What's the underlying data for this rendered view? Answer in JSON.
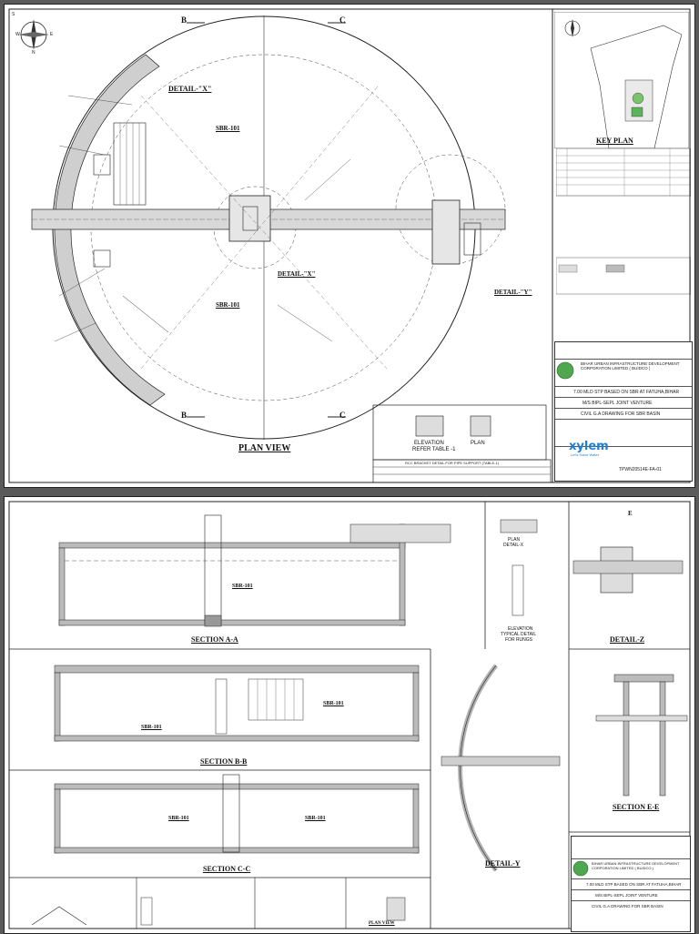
{
  "sheet1": {
    "plan_view_title": "PLAN VIEW",
    "detail_x_label": "DETAIL-\"X\"",
    "detail_x_label2": "DETAIL-\"X\"",
    "detail_y_label": "DETAIL-\"Y\"",
    "sbr_label": "SBR-101",
    "section_marks": [
      "B",
      "C",
      "B",
      "C"
    ],
    "elevation_label": "ELEVATION",
    "refer_table_label": "REFER TABLE -1",
    "plan_label": "PLAN",
    "bracket_table_title": "RCC BRACKET DETAIL FOR PIPE SUPPORT (TABLE-1)",
    "compass_labels": {
      "n": "N",
      "s": "S",
      "e": "E",
      "w": "W"
    }
  },
  "key_plan": {
    "title": "KEY PLAN"
  },
  "title_block": {
    "client": "BIHAR URBAN INFRASTRUCTURE DEVELOPMENT CORPORATION LIMITED ( BUIDCO )",
    "project": "7.00 MLD STP BASED ON SBR AT FATUHA,BIHAR",
    "contractor": "M/S BIPL-SEPL JOINT VENTURE",
    "drawing_title": "CIVIL G.A DRAWING FOR SBR BASIN",
    "drawing_no": "TPWN20514E-FA-01",
    "brand": "xylem",
    "brand_tag": "Let's Solve Water"
  },
  "sheet2": {
    "section_aa": "SECTION A-A",
    "section_bb": "SECTION B-B",
    "section_cc": "SECTION C-C",
    "section_ee": "SECTION E-E",
    "detail_z": "DETAIL-Z",
    "detail_y": "DETAIL-Y",
    "plan_detail_x": "PLAN",
    "plan_detail_x2": "DETAIL-X",
    "elevation_rungs": "ELEVATION",
    "elevation_rungs2": "TYPICAL DETAIL",
    "elevation_rungs3": "FOR RUNGS",
    "sbr_101": "SBR-101",
    "plan_view_small": "PLAN VIEW",
    "section_mark_e": "E"
  },
  "title_block2": {
    "client": "BIHAR URBAN INFRASTRUCTURE DEVELOPMENT CORPORATION LIMITED ( BUIDCO )",
    "project": "7.00 MLD STP BASED ON SBR AT FATUHA,BIHAR",
    "contractor": "M/S BIPL-SEPL JOINT VENTURE",
    "drawing_title": "CIVIL G.A DRAWING FOR SBR BASIN"
  }
}
